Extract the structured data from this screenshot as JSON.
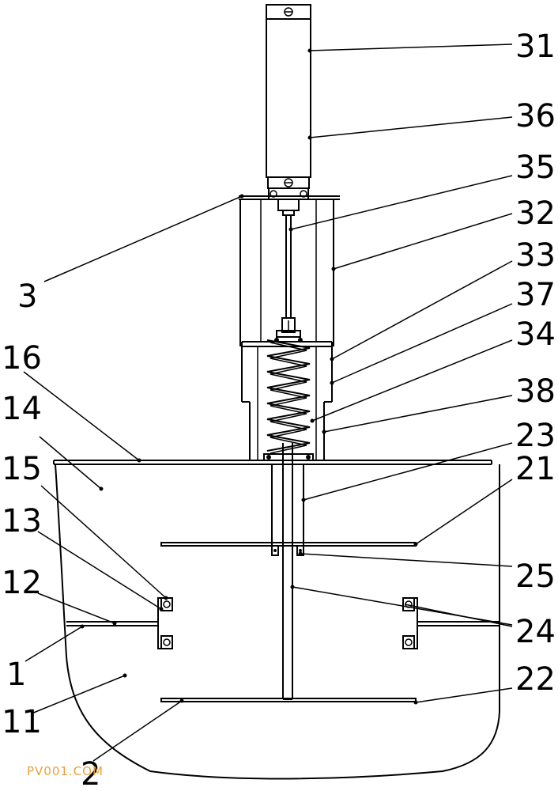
{
  "labels": [
    {
      "text": "31"
    },
    {
      "text": "36"
    },
    {
      "text": "35"
    },
    {
      "text": "32"
    },
    {
      "text": "3"
    },
    {
      "text": "33"
    },
    {
      "text": "37"
    },
    {
      "text": "34"
    },
    {
      "text": "16"
    },
    {
      "text": "38"
    },
    {
      "text": "14"
    },
    {
      "text": "23"
    },
    {
      "text": "21"
    },
    {
      "text": "15"
    },
    {
      "text": "13"
    },
    {
      "text": "25"
    },
    {
      "text": "12"
    },
    {
      "text": "24"
    },
    {
      "text": "1"
    },
    {
      "text": "22"
    },
    {
      "text": "11"
    },
    {
      "text": "2"
    }
  ],
  "watermark": "PV001.COM"
}
